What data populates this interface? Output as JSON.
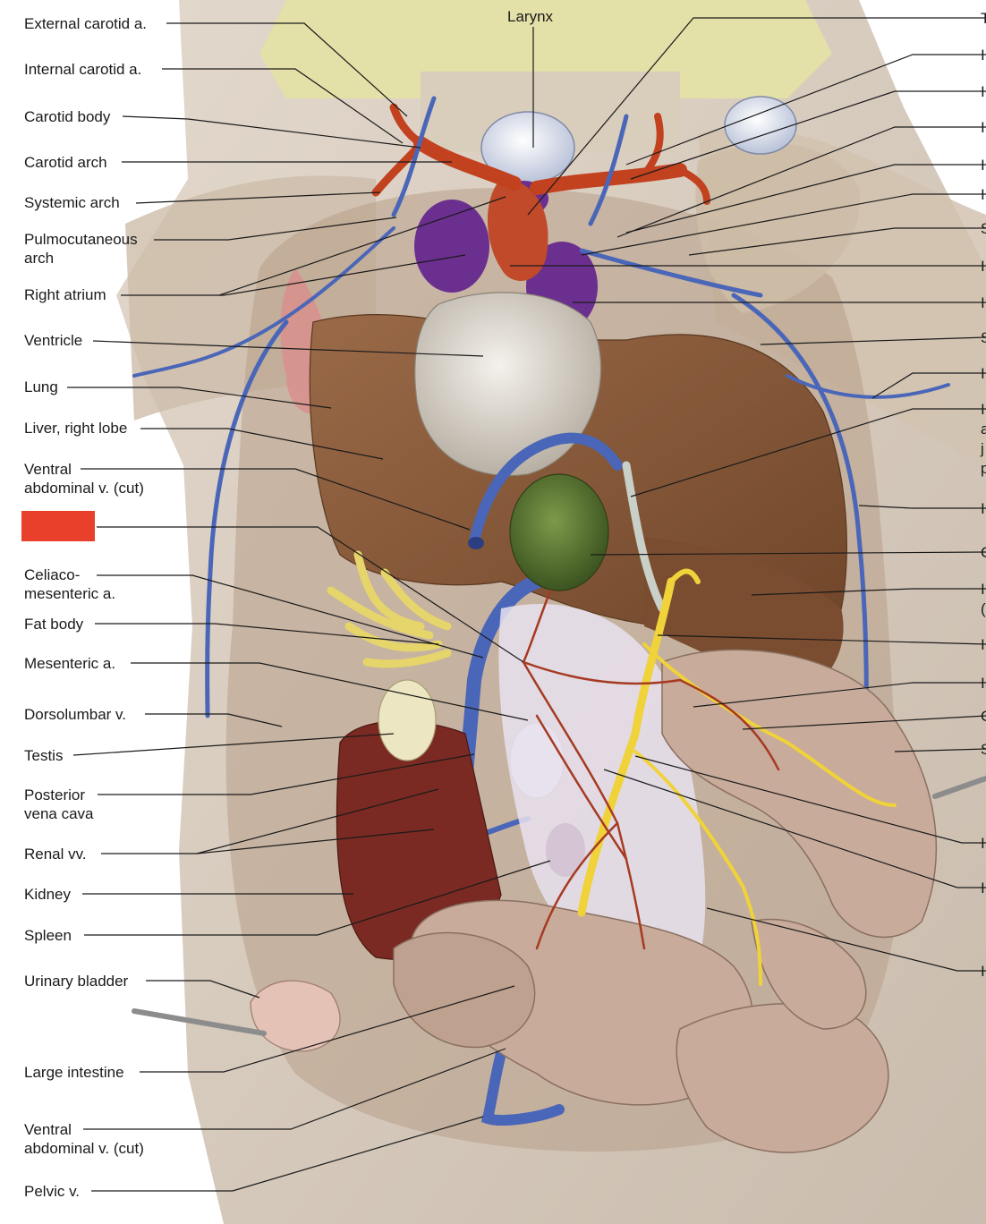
{
  "colors": {
    "artery": "#c2411f",
    "vein": "#4a66b8",
    "atrium": "#6a2f8f",
    "liver": "#8a5a3a",
    "gallbladder": "#4f6a2a",
    "bile_duct": "#f0d23a",
    "intestine": "#c8ab9a",
    "kidney": "#7a2a22",
    "testis": "#ece6c2",
    "fat_body": "#f0e58a",
    "skin": "#c8b8a6",
    "mask": "#e8402a"
  },
  "labels": {
    "larynx": "Larynx",
    "external_carotid": "External carotid a.",
    "internal_carotid": "Internal carotid a.",
    "carotid_body": "Carotid body",
    "carotid_arch": "Carotid arch",
    "systemic_arch": "Systemic arch",
    "pulmocutaneous_1": "Pulmocutaneous",
    "pulmocutaneous_2": "arch",
    "right_atrium": "Right atrium",
    "ventricle": "Ventricle",
    "lung": "Lung",
    "liver_right": "Liver, right lobe",
    "ventral_abd_1": "Ventral",
    "ventral_abd_2": "abdominal v. (cut)",
    "celiaco_1": "Celiaco-",
    "celiaco_2": "mesenteric a.",
    "fat_body": "Fat body",
    "mesenteric": "Mesenteric a.",
    "dorsolumbar": "Dorsolumbar v.",
    "testis": "Testis",
    "posterior_vc_1": "Posterior",
    "posterior_vc_2": "vena cava",
    "renal": "Renal vv.",
    "kidney": "Kidney",
    "spleen": "Spleen",
    "urinary_bladder": "Urinary bladder",
    "large_intestine": "Large intestine",
    "ventral_abd2_1": "Ventral",
    "ventral_abd2_2": "abdominal v. (cut)",
    "pelvic": "Pelvic v."
  },
  "right_labels_cropped": [
    "T",
    "I",
    "I",
    "I",
    "I",
    "I",
    "S",
    "I",
    "I",
    "S",
    "I",
    "I",
    "a",
    "j",
    "p",
    "I",
    "C",
    "I",
    "(",
    "I",
    "I",
    "C",
    "S",
    "I",
    "I",
    "I"
  ]
}
